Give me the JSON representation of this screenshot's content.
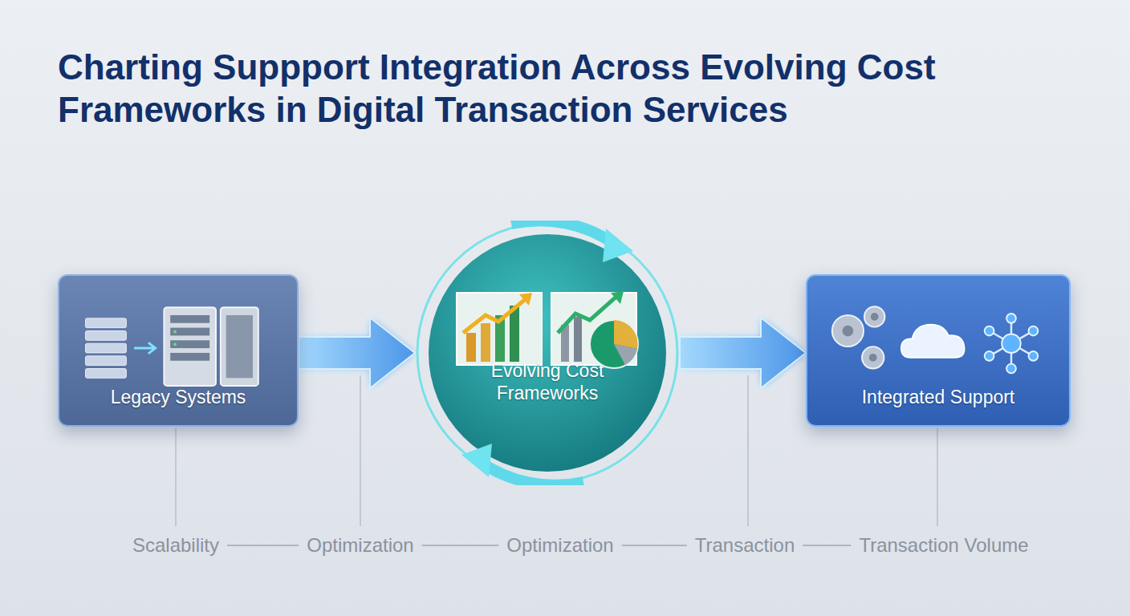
{
  "diagram": {
    "title": "Charting Suppport Integration Across Evolving Cost Frameworks in Digital Transaction Services",
    "nodes": [
      {
        "text": [
          "Legacy Systems"
        ]
      },
      {
        "text": [
          "Evolving Cost Frameworks"
        ]
      },
      {
        "text": [
          "Integrated Support"
        ]
      }
    ],
    "edges": [
      {
        "from": 0,
        "to": 1,
        "arrow": "to"
      },
      {
        "from": 1,
        "to": 2,
        "arrow": "to"
      }
    ],
    "labels": [
      "Scalability",
      "Optimization",
      "Optimization",
      "Transaction",
      "Transaction Volume"
    ]
  }
}
